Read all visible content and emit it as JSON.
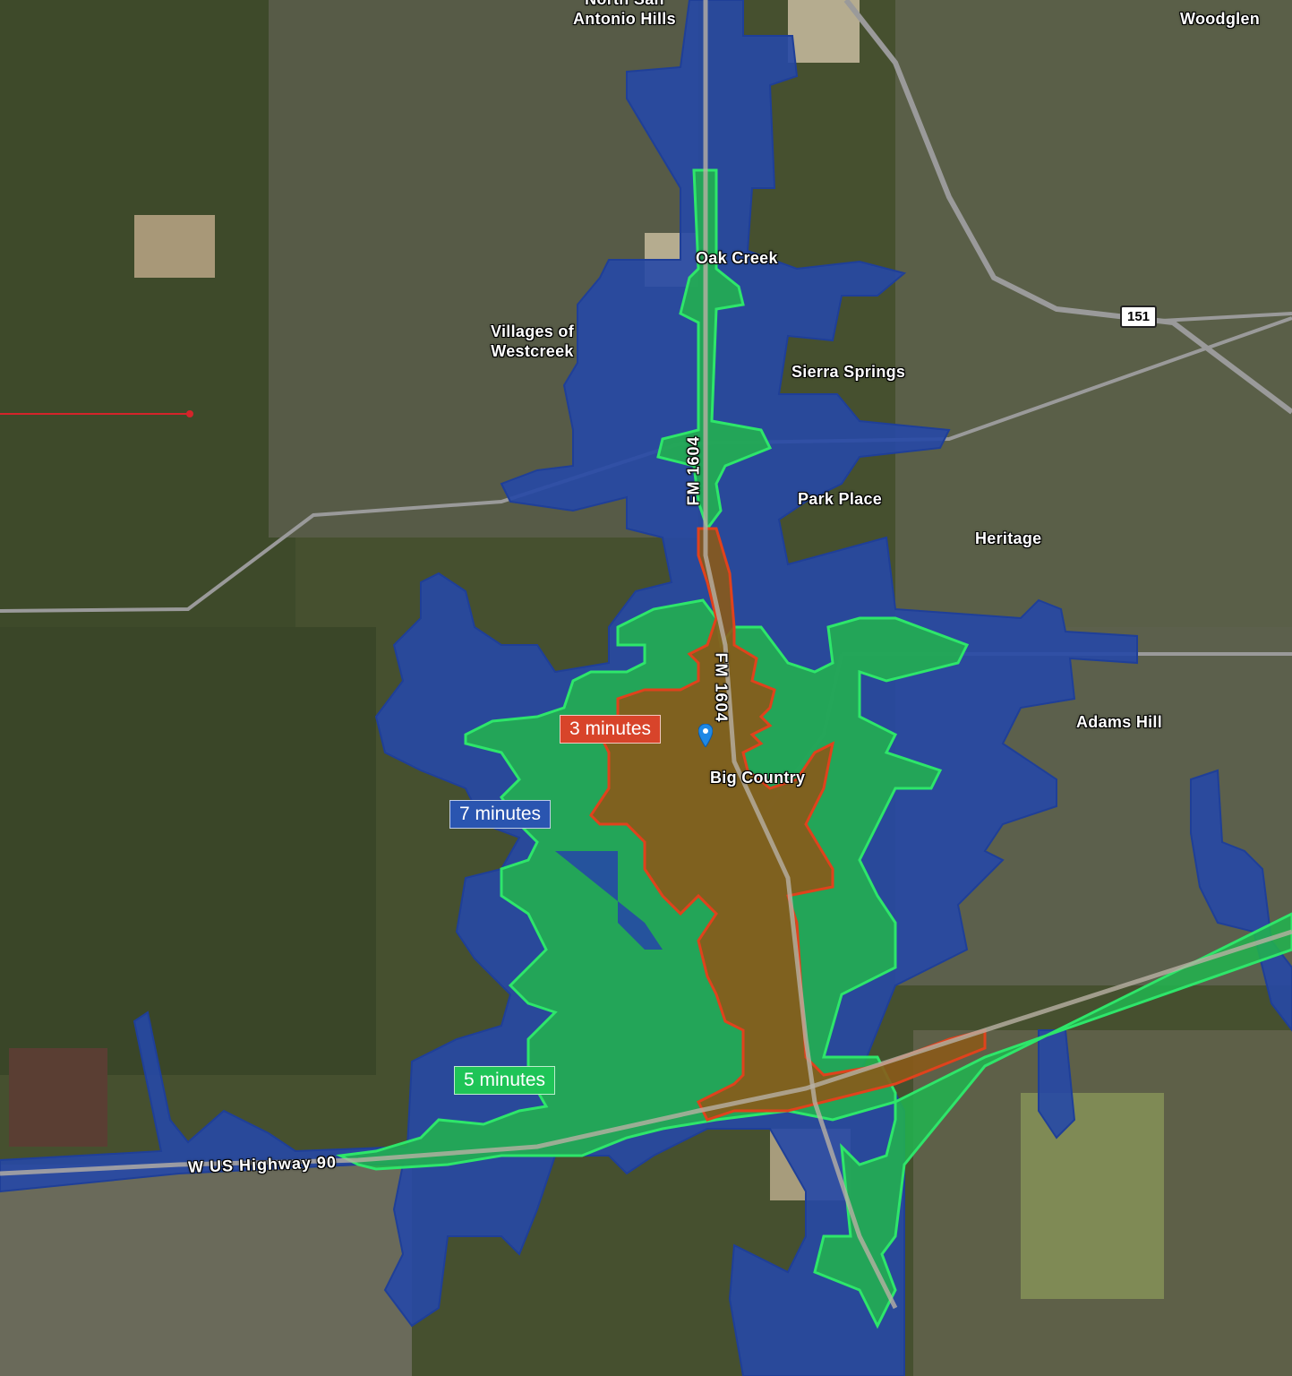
{
  "places": [
    {
      "id": "north-san-antonio-hills",
      "label": "North San\nAntonio Hills"
    },
    {
      "id": "woodglen",
      "label": "Woodglen"
    },
    {
      "id": "oak-creek",
      "label": "Oak Creek"
    },
    {
      "id": "villages-of-westcreek",
      "label": "Villages of\nWestcreek"
    },
    {
      "id": "sierra-springs",
      "label": "Sierra Springs"
    },
    {
      "id": "park-place",
      "label": "Park Place"
    },
    {
      "id": "heritage",
      "label": "Heritage"
    },
    {
      "id": "adams-hill",
      "label": "Adams Hill"
    },
    {
      "id": "big-country",
      "label": "Big Country"
    }
  ],
  "roads": {
    "fm1604_north": "FM 1604",
    "fm1604_south": "FM 1604",
    "us90": "W US Highway 90",
    "shield_151": "151"
  },
  "legend": {
    "three": {
      "label": "3 minutes",
      "color": "#d8442a"
    },
    "five": {
      "label": "5 minutes",
      "color": "#1fc457"
    },
    "seven": {
      "label": "7 minutes",
      "color": "#2a55b0"
    }
  },
  "zone_colors": {
    "seven": "#2648a6",
    "five": "#22b24f",
    "three": "#8a5a1a",
    "three_outline": "#e0421c"
  }
}
